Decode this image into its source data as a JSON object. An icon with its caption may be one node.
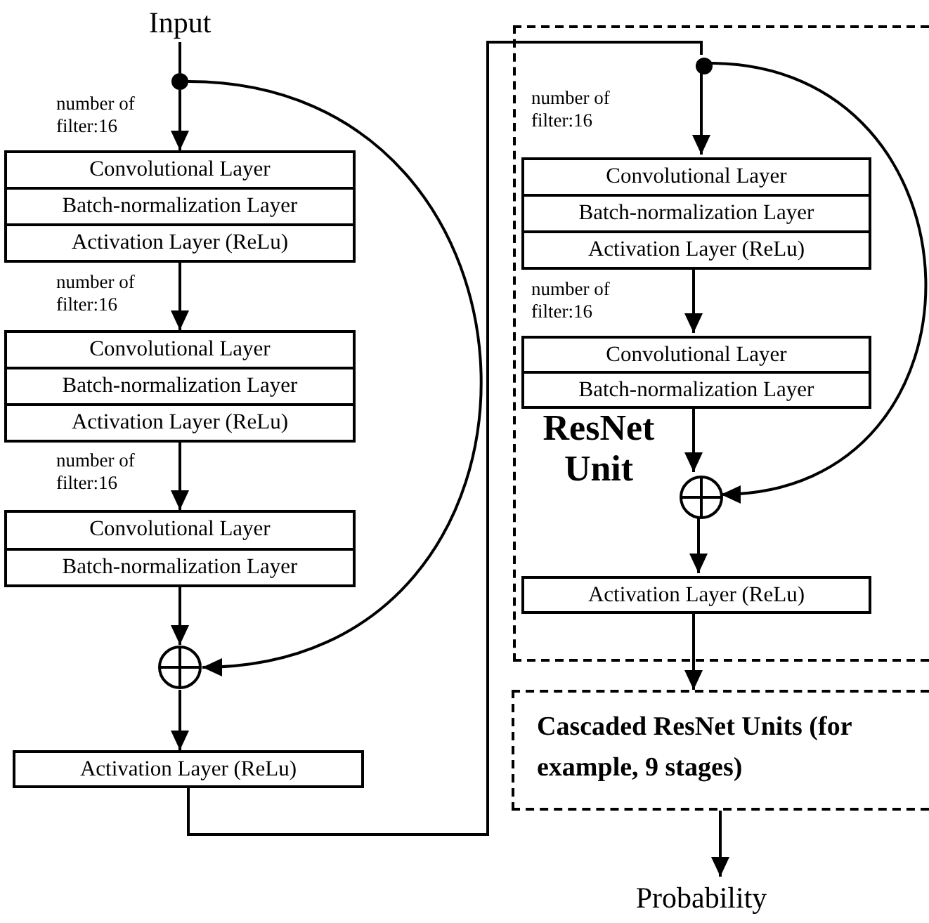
{
  "diagram": {
    "nodes": [
      {
        "text": [
          "Input"
        ]
      },
      {
        "text": [],
        "shape": "circle"
      },
      {
        "text": [
          "Convolutional Layer",
          "Batch-normalization Layer",
          "Activation Layer (ReLu)"
        ],
        "beside": [
          "number of filter:16"
        ]
      },
      {
        "text": [
          "Convolutional Layer",
          "Batch-normalization Layer",
          "Activation Layer (ReLu)"
        ],
        "beside": [
          "number of filter:16"
        ]
      },
      {
        "text": [
          "Convolutional Layer",
          "Batch-normalization Layer"
        ],
        "beside": [
          "number of filter:16"
        ]
      },
      {
        "text": [],
        "shape": "circle"
      },
      {
        "text": [
          "Activation Layer (ReLu)"
        ]
      },
      {
        "text": [
          "ResNet Unit"
        ]
      },
      {
        "text": [],
        "shape": "circle",
        "in": 7
      },
      {
        "text": [
          "Convolutional Layer",
          "Batch-normalization Layer",
          "Activation Layer (ReLu)"
        ],
        "beside": [
          "number of filter:16"
        ],
        "in": 7
      },
      {
        "text": [
          "Convolutional Layer",
          "Batch-normalization Layer"
        ],
        "beside": [
          "number of filter:16"
        ],
        "in": 7
      },
      {
        "text": [],
        "shape": "circle",
        "in": 7
      },
      {
        "text": [
          "Activation Layer (ReLu)"
        ],
        "in": 7
      },
      {
        "text": [
          "Cascaded ResNet Units (for example, 9 stages)"
        ]
      },
      {
        "text": [
          "Probability"
        ]
      }
    ],
    "edges": [
      {
        "from": 0,
        "to": 1,
        "arrow": "none"
      },
      {
        "from": 1,
        "to": 2,
        "arrow": "to"
      },
      {
        "from": 2,
        "to": 3,
        "arrow": "to"
      },
      {
        "from": 3,
        "to": 4,
        "arrow": "to"
      },
      {
        "from": 4,
        "to": 5,
        "arrow": "to"
      },
      {
        "from": 1,
        "to": 5,
        "arrow": "to"
      },
      {
        "from": 5,
        "to": 6,
        "arrow": "to"
      },
      {
        "from": 6,
        "to": 8,
        "arrow": "none"
      },
      {
        "from": 8,
        "to": 9,
        "arrow": "to"
      },
      {
        "from": 9,
        "to": 10,
        "arrow": "to"
      },
      {
        "from": 10,
        "to": 11,
        "arrow": "to"
      },
      {
        "from": 8,
        "to": 11,
        "arrow": "to"
      },
      {
        "from": 11,
        "to": 12,
        "arrow": "to"
      },
      {
        "from": 12,
        "to": 13,
        "arrow": "to"
      },
      {
        "from": 13,
        "to": 14,
        "arrow": "to"
      }
    ]
  }
}
